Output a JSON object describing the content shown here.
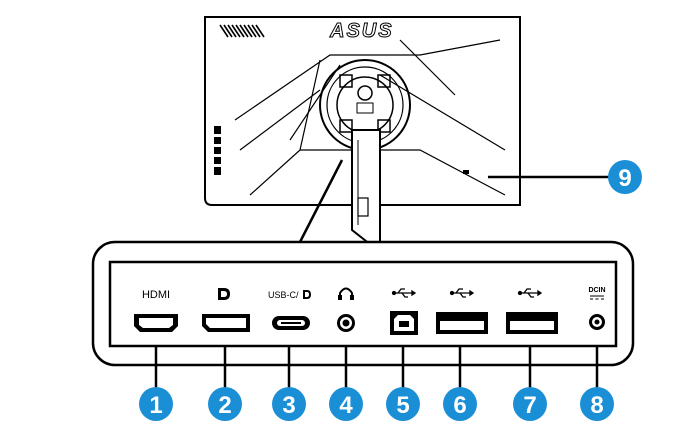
{
  "monitor": {
    "brand": "ASUS"
  },
  "ports": [
    {
      "number": "1",
      "label": "HDMI",
      "icon": "hdmi-port-icon"
    },
    {
      "number": "2",
      "label": "",
      "icon": "displayport-port-icon",
      "label_icon": "displayport-logo-icon"
    },
    {
      "number": "3",
      "label": "USB-C/",
      "icon": "usb-c-port-icon",
      "label_icon": "displayport-logo-icon"
    },
    {
      "number": "4",
      "label": "",
      "icon": "audio-jack-icon",
      "label_icon": "headphone-icon"
    },
    {
      "number": "5",
      "label": "",
      "icon": "usb-b-port-icon",
      "label_icon": "usb-symbol-icon"
    },
    {
      "number": "6",
      "label": "",
      "icon": "usb-a-port-icon",
      "label_icon": "usb-symbol-icon"
    },
    {
      "number": "7",
      "label": "",
      "icon": "usb-a-port-icon",
      "label_icon": "usb-symbol-icon"
    },
    {
      "number": "8",
      "label": "DCIN",
      "icon": "dc-in-jack-icon"
    }
  ],
  "callout": {
    "number": "9",
    "target": "kensington-lock-icon"
  },
  "colors": {
    "badge": "#1a8fd6",
    "line": "#000000",
    "background": "#ffffff"
  }
}
